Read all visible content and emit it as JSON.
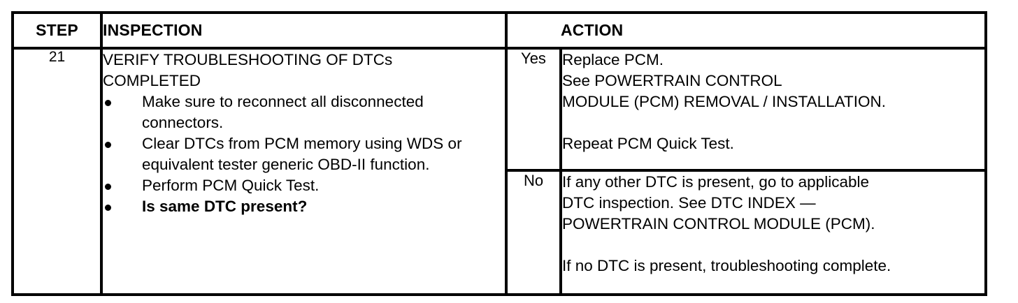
{
  "table": {
    "headers": {
      "step": "STEP",
      "inspection": "INSPECTION",
      "branch": "",
      "action": "ACTION"
    },
    "row": {
      "step_number": "21",
      "inspection": {
        "title": "VERIFY TROUBLESHOOTING OF DTCs\nCOMPLETED",
        "bullets": [
          {
            "text": "Make sure to reconnect all disconnected connectors.",
            "bold": false
          },
          {
            "text": "Clear DTCs from PCM memory using WDS or equivalent tester generic OBD-II function.",
            "bold": false
          },
          {
            "text": "Perform PCM Quick Test.",
            "bold": false
          },
          {
            "text": "Is same DTC present?",
            "bold": true
          }
        ]
      },
      "branches": [
        {
          "label": "Yes",
          "action_primary": "Replace PCM.\nSee  POWERTRAIN CONTROL\nMODULE (PCM) REMOVAL / INSTALLATION.",
          "action_secondary": "Repeat PCM Quick Test."
        },
        {
          "label": "No",
          "action_primary": "If any other DTC is present, go to applicable\nDTC inspection.  See DTC INDEX —\nPOWERTRAIN CONTROL MODULE (PCM).",
          "action_secondary": "If no DTC is present, troubleshooting complete."
        }
      ]
    }
  },
  "colors": {
    "ink": "#000000",
    "paper": "#ffffff"
  }
}
